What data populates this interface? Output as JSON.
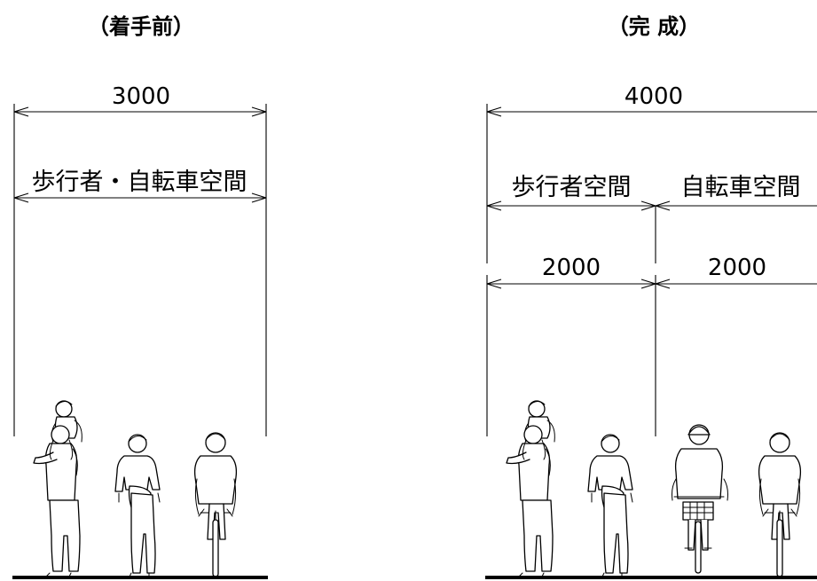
{
  "before": {
    "title": "（着手前）",
    "total_width": "3000",
    "zone_label": "歩行者・自転車空間"
  },
  "after": {
    "title": "（完 成）",
    "total_width": "4000",
    "pedestrian_label": "歩行者空間",
    "bicycle_label": "自転車空間",
    "pedestrian_width": "2000",
    "bicycle_width": "2000"
  }
}
